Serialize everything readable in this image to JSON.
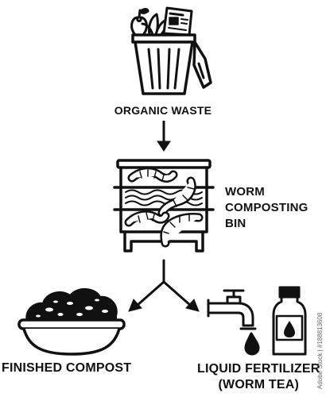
{
  "labels": {
    "organic_waste": "ORGANIC WASTE",
    "worm_bin_line1": "WORM",
    "worm_bin_line2": "COMPOSTING",
    "worm_bin_line3": "BIN",
    "finished_compost": "FINISHED COMPOST",
    "liquid_fertilizer_line1": "LIQUID FERTILIZER",
    "liquid_fertilizer_line2": "(WORM TEA)"
  },
  "credit": "Adobe Stock | #188813608",
  "colors": {
    "ink": "#111111",
    "background": "#ffffff"
  }
}
